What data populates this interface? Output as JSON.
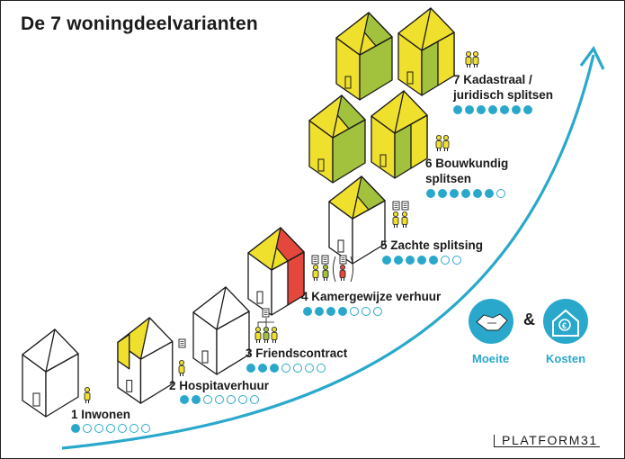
{
  "title": "De 7 woningdeelvarianten",
  "brand": "PLATFORM31",
  "colors": {
    "yellow": "#f0e02e",
    "green": "#a2c13c",
    "red": "#e4473c",
    "blue": "#2aa8cc",
    "outline": "#1a1a1a"
  },
  "variants": [
    {
      "label": "1 Inwonen",
      "effort": 1,
      "max": 7
    },
    {
      "label": "2 Hospitaverhuur",
      "effort": 2,
      "max": 7
    },
    {
      "label": "3 Friendscontract",
      "effort": 3,
      "max": 7
    },
    {
      "label": "4 Kamergewijze verhuur",
      "effort": 4,
      "max": 7
    },
    {
      "label": "5 Zachte splitsing",
      "effort": 5,
      "max": 7
    },
    {
      "label_lines": [
        "6 Bouwkundig",
        "splitsen"
      ],
      "effort": 6,
      "max": 7
    },
    {
      "label_lines": [
        "7 Kadastraal /",
        "juridisch splitsen"
      ],
      "effort": 7,
      "max": 7
    }
  ],
  "legend": {
    "effort_label": "Moeite",
    "ampersand": "&",
    "cost_label": "Kosten",
    "effort_icon": "handshake-icon",
    "cost_icon": "house-euro-icon"
  }
}
